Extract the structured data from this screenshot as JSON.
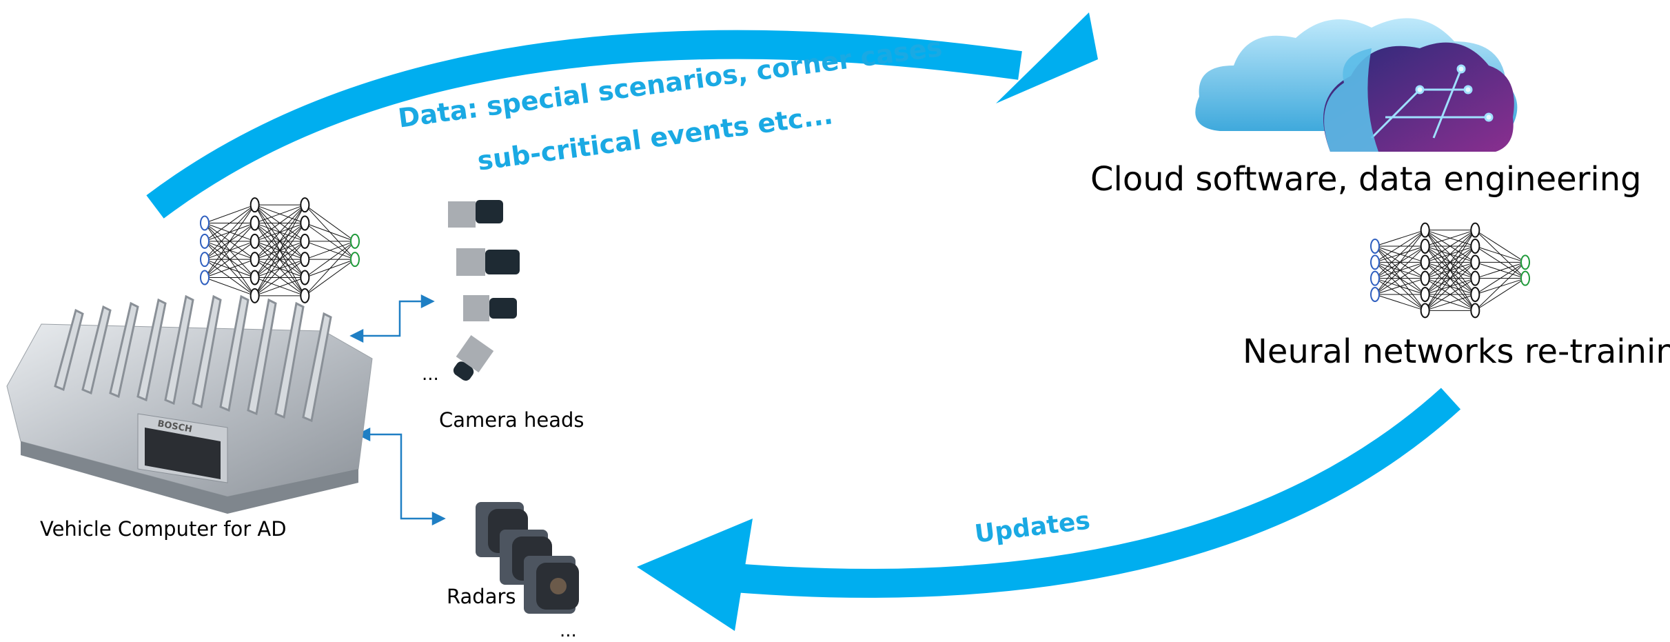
{
  "flow_top": {
    "line1": "Data: special scenarios, corner cases",
    "line2": "sub-critical events etc..."
  },
  "flow_bottom": {
    "label": "Updates"
  },
  "cloud": {
    "label": "Cloud software, data engineering"
  },
  "retraining": {
    "label": "Neural networks re-training"
  },
  "vehicle_computer": {
    "label": "Vehicle Computer for AD",
    "brand": "BOSCH"
  },
  "cameras": {
    "label": "Camera heads",
    "ellipsis": "..."
  },
  "radars": {
    "label": "Radars",
    "ellipsis": "..."
  },
  "neural_net": {
    "layers": [
      4,
      6,
      6,
      2
    ]
  },
  "colors": {
    "arrow": "#00aeef",
    "connector": "#1f7fc4",
    "input_node": "#2f5fbf",
    "output_node": "#1f9a3a"
  }
}
